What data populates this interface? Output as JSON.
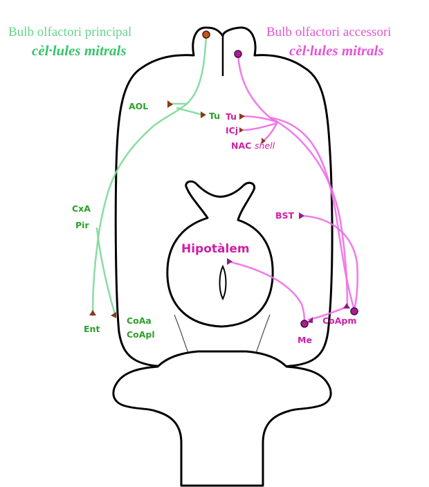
{
  "colors": {
    "main_pathway": "#7fd99a",
    "main_text": "#2ca02c",
    "accessory_pathway": "#ee6fe8",
    "accessory_text": "#cc1fa6",
    "heading_accessory": "#e455d6",
    "marker_brown": "#8b3a1a",
    "marker_purple": "#8a1e8a",
    "outline": "#000000"
  },
  "headers": {
    "main": {
      "title": "Bulb olfactori principal",
      "subtitle": "cèl·lules mitrals"
    },
    "accessory": {
      "title": "Bulb olfactori accessori",
      "subtitle": "cèl·lules mitrals"
    }
  },
  "main_labels": {
    "aol": "AOL",
    "tu": "Tu",
    "cxa": "CxA",
    "pir": "Pir",
    "ent": "Ent",
    "coaa": "CoAa",
    "coapl": "CoApl"
  },
  "accessory_labels": {
    "tu": "Tu",
    "icj": "ICj",
    "nac": "NAC",
    "shell": "shell",
    "bst": "BST",
    "hipotalem": "Hipotàlem",
    "coapm": "CoApm",
    "me": "Me"
  },
  "icons": [
    "brain-outline-icon",
    "triangle-marker-icon",
    "circle-marker-icon"
  ]
}
